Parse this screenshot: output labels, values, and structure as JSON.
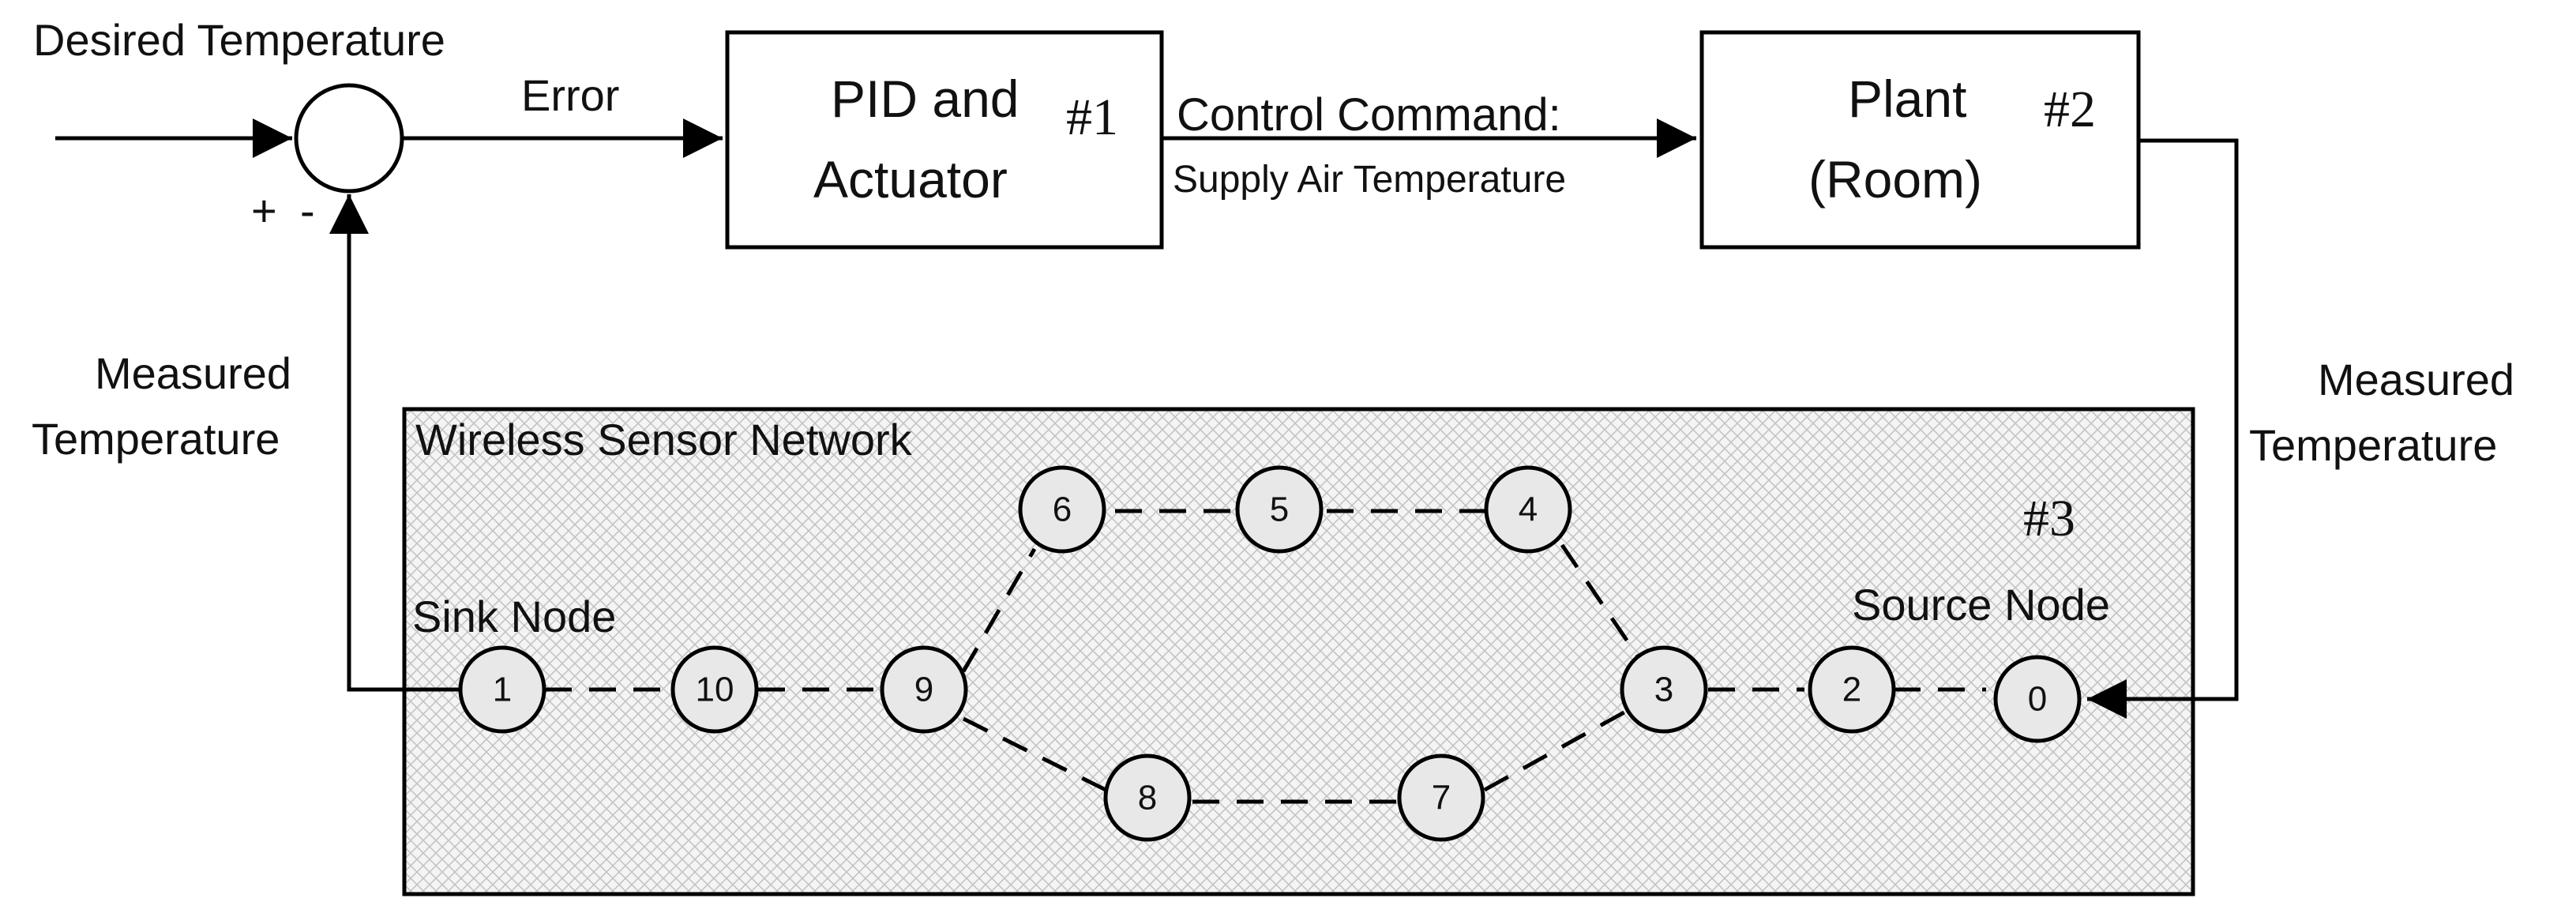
{
  "labels": {
    "desired_temperature": "Desired Temperature",
    "error": "Error",
    "plus": "+",
    "minus": "-",
    "pid_line1": "PID and",
    "pid_line2": "Actuator",
    "pid_tag": "#1",
    "control_command": "Control Command:",
    "supply_air": "Supply Air Temperature",
    "plant_line1": "Plant",
    "plant_line2": "(Room)",
    "plant_tag": "#2",
    "measured_left_1": "Measured",
    "measured_left_2": "Temperature",
    "measured_right_1": "Measured",
    "measured_right_2": "Temperature",
    "wsn_title": "Wireless Sensor Network",
    "wsn_tag": "#3",
    "sink_node": "Sink Node",
    "source_node": "Source Node"
  },
  "nodes": [
    "0",
    "1",
    "2",
    "3",
    "4",
    "5",
    "6",
    "7",
    "8",
    "9",
    "10"
  ],
  "colors": {
    "node_fill": "#e8e8e8",
    "line": "#000000",
    "hatch": "#b9b9b9"
  }
}
